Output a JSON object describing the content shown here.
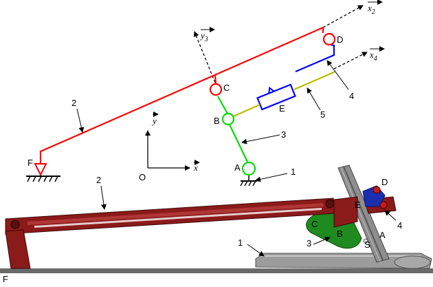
{
  "schematic": {
    "labels": {
      "point_F": "F",
      "point_C": "C",
      "point_D": "D",
      "point_B": "B",
      "point_E": "E",
      "point_A": "A",
      "point_O": "O",
      "body_1": "1",
      "body_2": "2",
      "body_3": "3",
      "body_4": "4",
      "body_5": "5"
    },
    "axes": {
      "x": "x",
      "y": "y",
      "x2": "x",
      "x2_sub": "2",
      "y3": "y",
      "y3_sub": "3",
      "x4": "x",
      "x4_sub": "4"
    },
    "colors": {
      "body_2": "#ff0000",
      "body_3": "#00dd00",
      "body_4": "#0000ff",
      "body_5": "#bbbb00",
      "joints_red": "#ff0000",
      "joints_green": "#00dd00"
    }
  },
  "model3d": {
    "labels": {
      "point_F": "F",
      "point_C": "C",
      "point_B": "B",
      "point_E": "E",
      "point_D": "D",
      "point_A": "A",
      "point_S": "S",
      "body_1": "1",
      "body_2": "2",
      "body_3": "3",
      "body_4": "4"
    },
    "colors": {
      "frame": "#8b1a1a",
      "rail": "#8e8e8e",
      "link3": "#1f8a1f",
      "actuator": "#1a2fb0",
      "ground": "#666666"
    }
  }
}
